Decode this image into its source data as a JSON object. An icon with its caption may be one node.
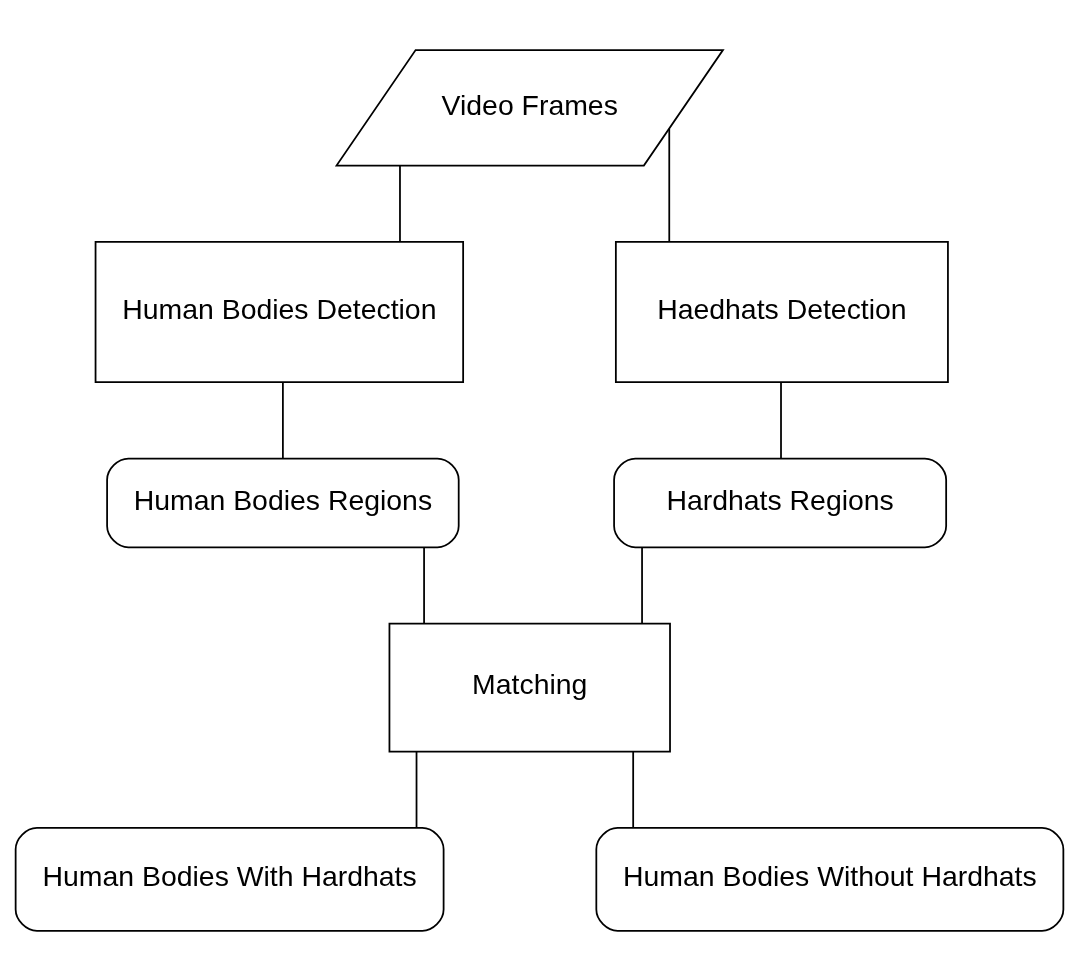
{
  "diagram": {
    "nodes": [
      {
        "text": [
          "Video Frames"
        ]
      },
      {
        "text": [
          "Human Bodies Detection"
        ]
      },
      {
        "text": [
          "Haedhats Detection"
        ]
      },
      {
        "text": [
          "Human Bodies Regions"
        ]
      },
      {
        "text": [
          "Hardhats Regions"
        ]
      },
      {
        "text": [
          "Matching"
        ]
      },
      {
        "text": [
          "Human Bodies With Hardhats"
        ]
      },
      {
        "text": [
          "Human Bodies Without Hardhats"
        ]
      }
    ],
    "edges": [
      {
        "from": 0,
        "to": 1,
        "arrow": "none"
      },
      {
        "from": 0,
        "to": 2,
        "arrow": "none"
      },
      {
        "from": 1,
        "to": 3,
        "arrow": "none"
      },
      {
        "from": 2,
        "to": 4,
        "arrow": "none"
      },
      {
        "from": 3,
        "to": 5,
        "arrow": "none"
      },
      {
        "from": 4,
        "to": 5,
        "arrow": "none"
      },
      {
        "from": 5,
        "to": 6,
        "arrow": "none"
      },
      {
        "from": 5,
        "to": 7,
        "arrow": "none"
      }
    ]
  }
}
